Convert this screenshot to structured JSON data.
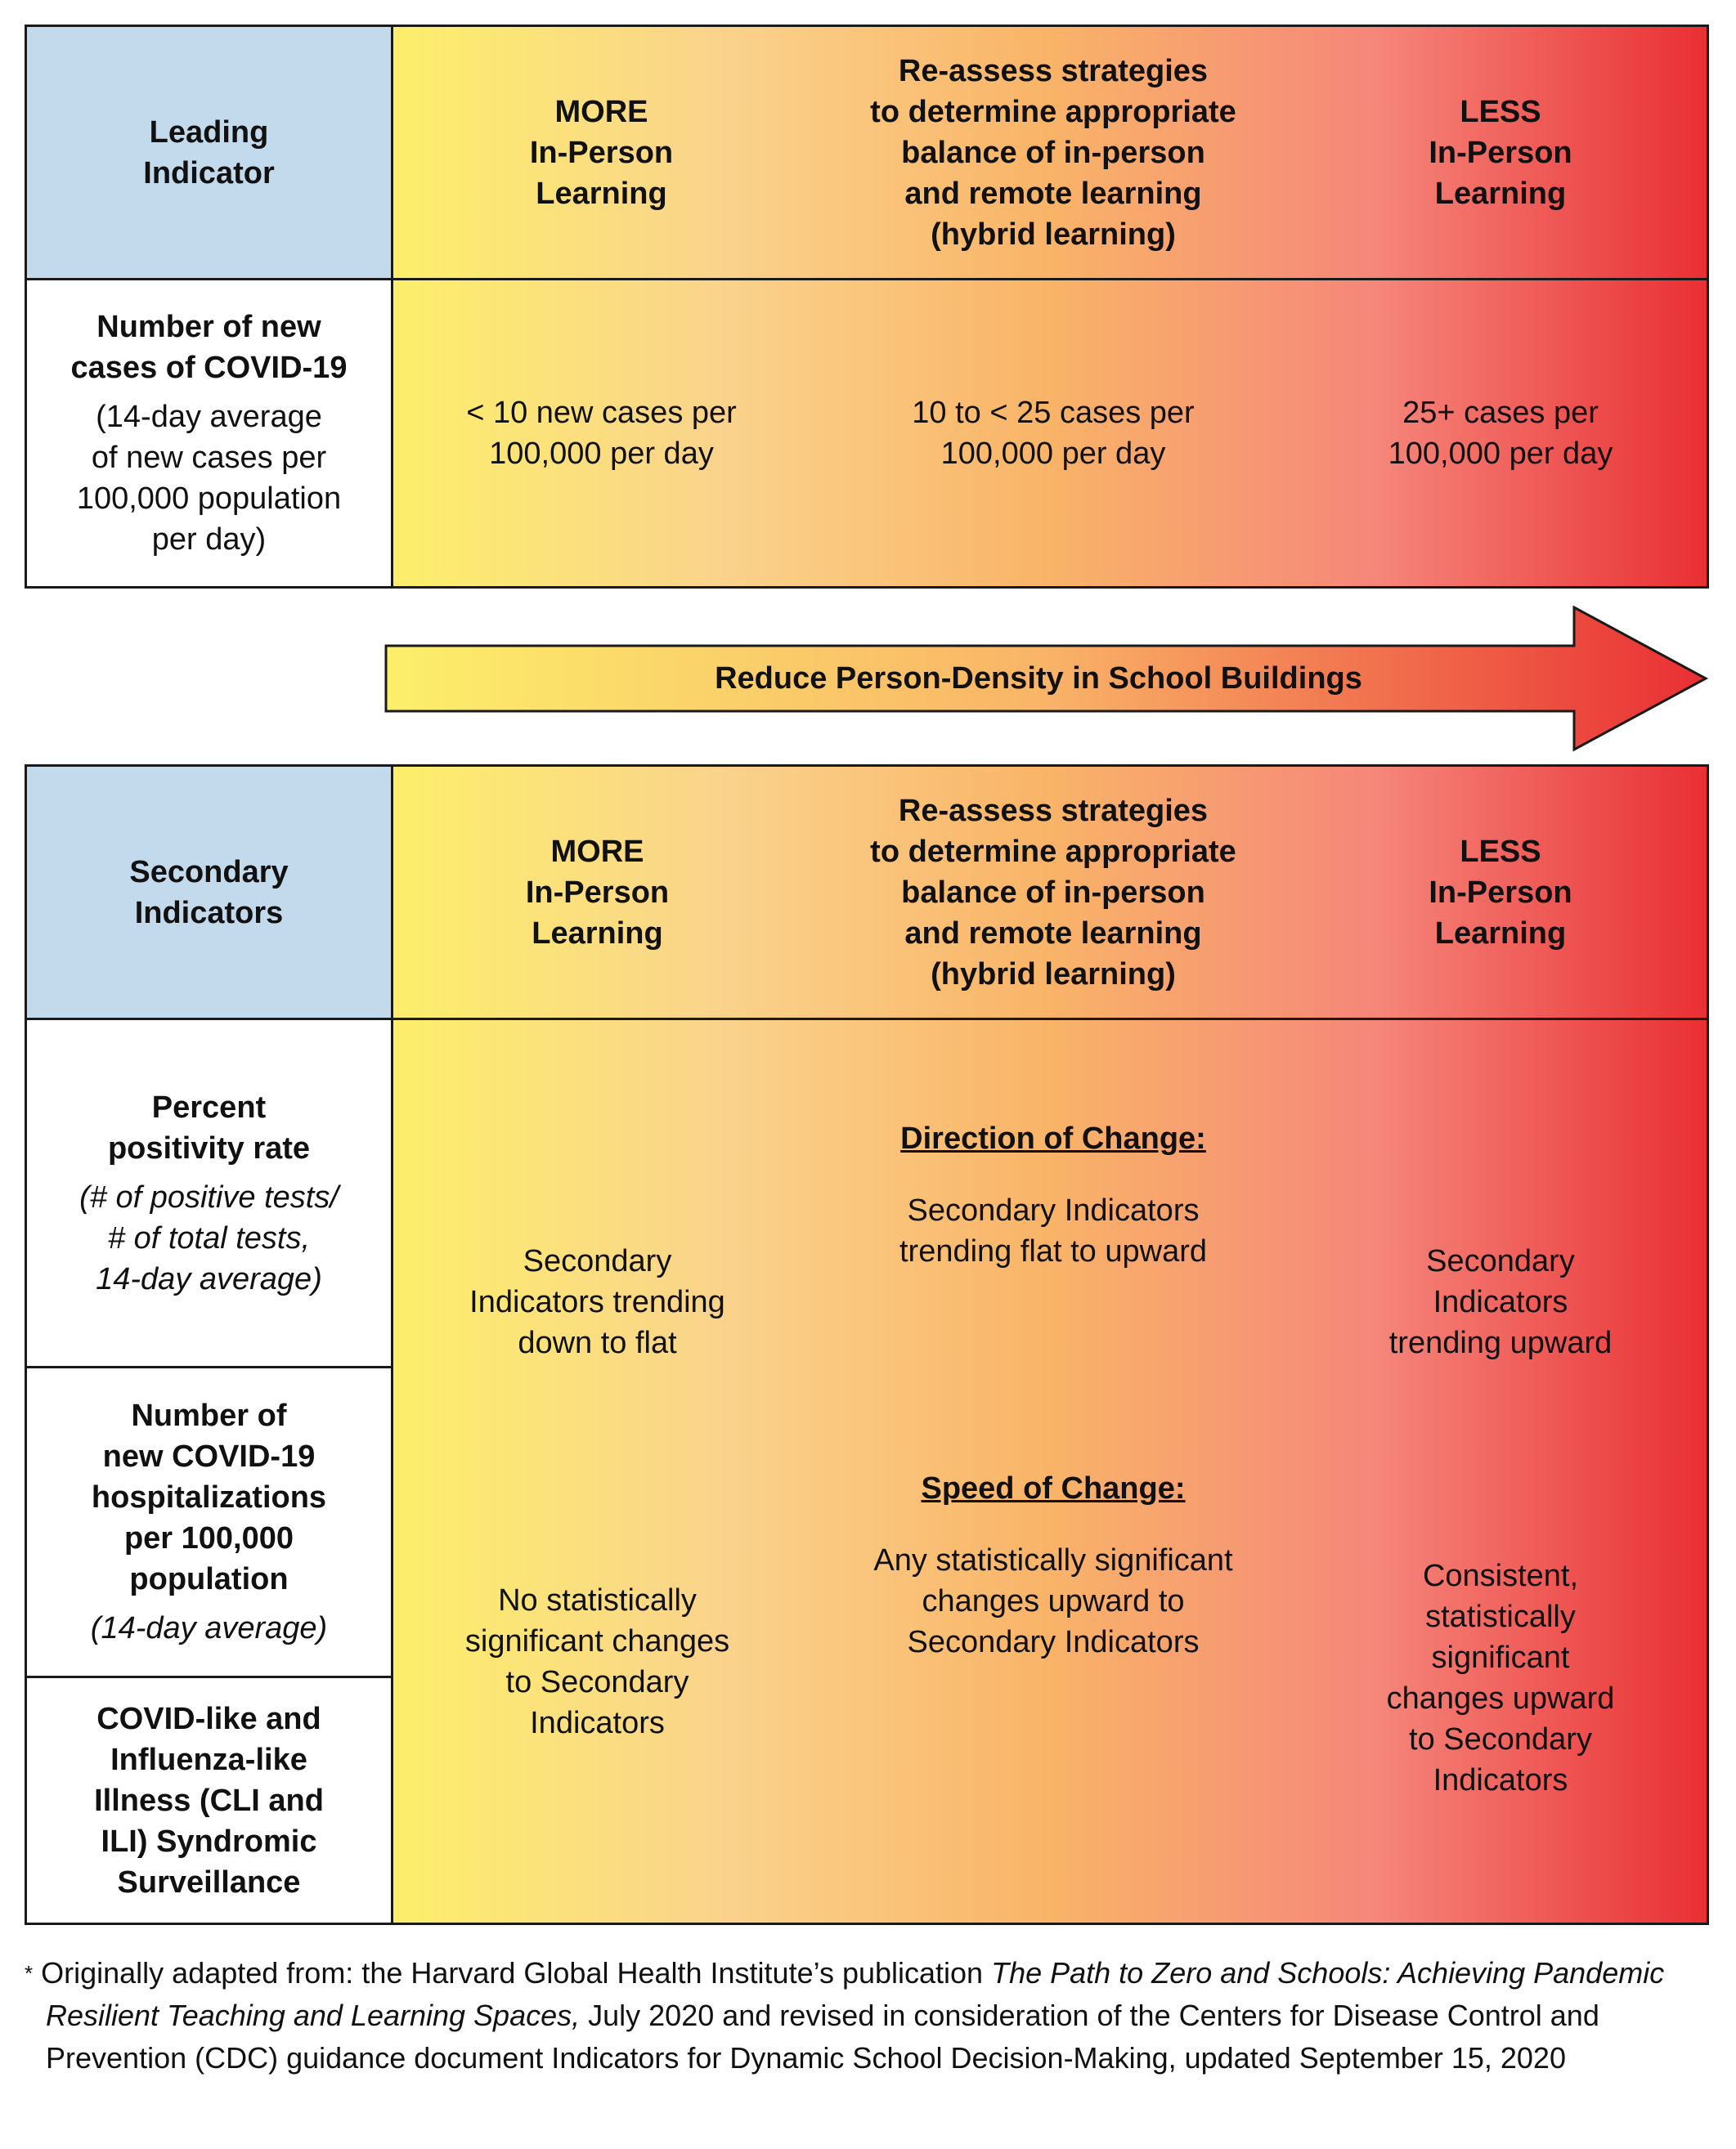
{
  "leading": {
    "header": "Leading\nIndicator",
    "col_more": "MORE\nIn-Person\nLearning",
    "col_reassess": "Re-assess strategies\nto determine appropriate\nbalance of in-person\nand remote learning\n(hybrid learning)",
    "col_less": "LESS\nIn-Person\nLearning",
    "indicator_title": "Number of new\ncases of COVID-19",
    "indicator_note": "(14-day average\nof new cases per\n100,000 population\nper day)",
    "val_more": "< 10 new cases per\n100,000 per day",
    "val_reassess": "10 to < 25 cases per\n100,000 per day",
    "val_less": "25+ cases per\n100,000 per day"
  },
  "arrow": {
    "label": "Reduce Person-Density in School Buildings",
    "colors": [
      "#fcef6b",
      "#f9b468",
      "#e92f34"
    ]
  },
  "secondary": {
    "header": "Secondary\nIndicators",
    "col_more": "MORE\nIn-Person\nLearning",
    "col_reassess": "Re-assess strategies\nto determine appropriate\nbalance of in-person\nand remote learning\n(hybrid learning)",
    "col_less": "LESS\nIn-Person\nLearning",
    "ind1_title": "Percent\npositivity rate",
    "ind1_note": "(# of positive tests/\n# of total tests,\n14-day average)",
    "ind2_title": "Number of\nnew COVID-19\nhospitalizations\nper 100,000\npopulation",
    "ind2_note": "(14-day average)",
    "ind3_title": "COVID-like and\nInfluenza-like\nIllness (CLI and\nILI) Syndromic\nSurveillance",
    "direction_heading": "Direction of Change:",
    "direction_more": "Secondary\nIndicators trending\ndown to flat",
    "direction_reassess": "Secondary Indicators\ntrending flat to upward",
    "direction_less": "Secondary\nIndicators\ntrending upward",
    "speed_heading": "Speed of Change:",
    "speed_more": "No statistically\nsignificant changes\nto Secondary\nIndicators",
    "speed_reassess": "Any statistically significant\nchanges upward to\nSecondary Indicators",
    "speed_less": "Consistent,\nstatistically\nsignificant\nchanges upward\nto Secondary\nIndicators"
  },
  "footnote": {
    "star": "*",
    "prefix": "Originally adapted from: the Harvard Global Health Institute’s publication ",
    "title": "The Path to Zero and Schools: Achieving Pandemic Resilient Teaching and Learning Spaces,",
    "suffix": " July 2020 and revised in consideration of the Centers for Disease Control and Prevention (CDC) guidance document Indicators for Dynamic School Decision-Making, updated September 15, 2020"
  },
  "colors": {
    "header_blue": "#c3d9ec",
    "gradient": [
      "#fcef6b",
      "#fad38c",
      "#f9b468",
      "#f5867a",
      "#e92f34"
    ]
  }
}
